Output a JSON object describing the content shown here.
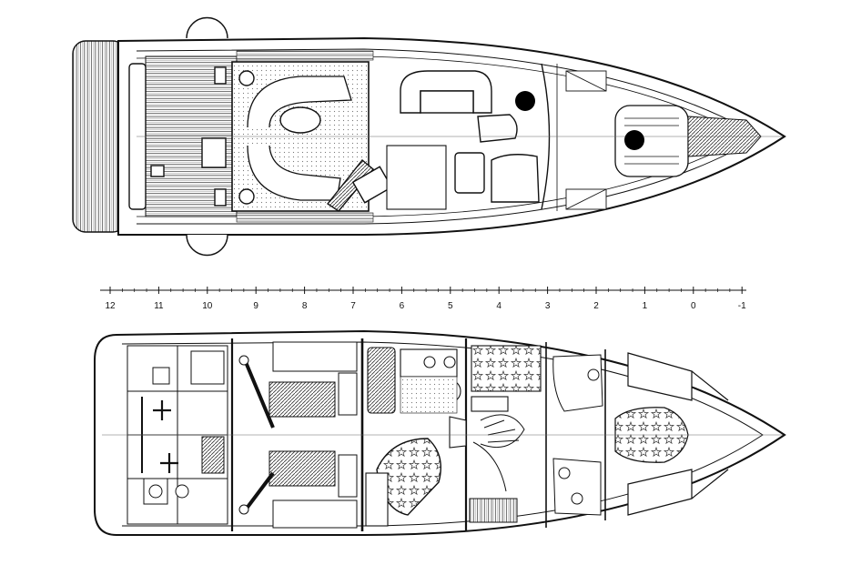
{
  "scale": {
    "labels": [
      "12",
      "11",
      "10",
      "9",
      "8",
      "7",
      "6",
      "5",
      "4",
      "3",
      "2",
      "1",
      "0",
      "-1"
    ]
  },
  "colors": {
    "line": "#111111",
    "fill": "#ffffff",
    "deck": "#444444",
    "dark": "#000000"
  }
}
